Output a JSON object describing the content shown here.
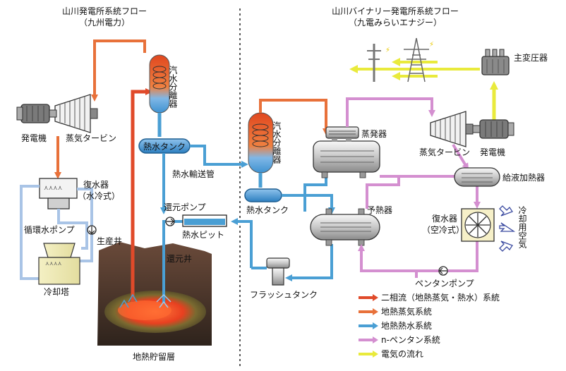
{
  "left": {
    "title": "山川発電所系統フロー",
    "subtitle": "（九州電力）",
    "labels": {
      "generator": "発電機",
      "turbine": "蒸気タービン",
      "separator": "汽水分離器",
      "hot_water_tank": "熱水タンク",
      "transport_pipe": "熱水輸送管",
      "condenser_1": "復水器",
      "condenser_2": "（水冷式）",
      "circ_pump": "循環水ポンプ",
      "cooling_tower": "冷却塔",
      "production_well": "生産井",
      "return_pump": "還元ポンプ",
      "hot_water_pit": "熱水ピット",
      "reinjection_well": "還元井",
      "reservoir": "地熱貯留層"
    }
  },
  "right": {
    "title": "山川バイナリー発電所系統フロー",
    "subtitle": "（九電みらいエナジー）",
    "labels": {
      "main_transformer": "主変圧器",
      "separator": "汽水分離器",
      "evaporator": "蒸発器",
      "turbine": "蒸気タービン",
      "generator": "発電機",
      "feed_heater": "給液加熱器",
      "hot_water_tank": "熱水タンク",
      "preheater": "予熱器",
      "condenser_1": "復水器",
      "condenser_2": "（空冷式）",
      "cooling_air": "冷却用空気",
      "pentane_pump": "ペンタンポンプ",
      "flash_tank": "フラッシュタンク"
    }
  },
  "legend": [
    {
      "label": "二相流（地熱蒸気・熱水）系統",
      "color": "#e04a2a"
    },
    {
      "label": "地熱蒸気系統",
      "color": "#e8713a"
    },
    {
      "label": "地熱熱水系統",
      "color": "#4a9fd4"
    },
    {
      "label": "n-ペンタン系統",
      "color": "#d48fd0"
    },
    {
      "label": "電気の流れ",
      "color": "#e9ea3c"
    }
  ],
  "colors": {
    "two_phase": "#e04a2a",
    "steam": "#e8713a",
    "hot_water": "#4a9fd4",
    "pentane": "#d48fd0",
    "electric": "#e9ea3c",
    "cooling_water": "#a9c4e6"
  }
}
